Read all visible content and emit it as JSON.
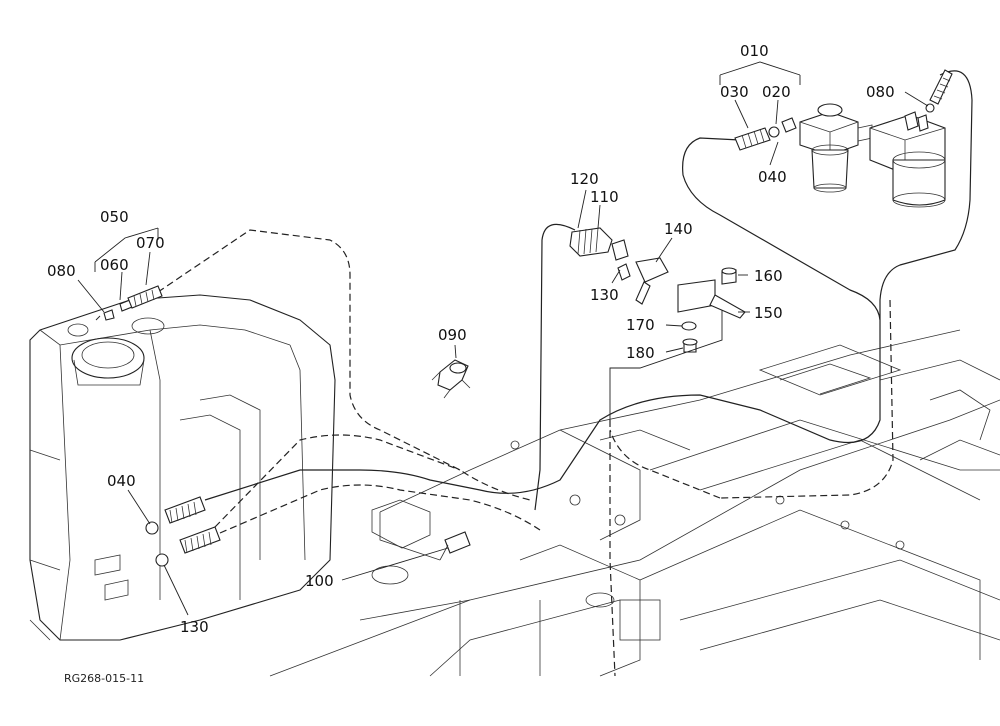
{
  "labels": {
    "l010": "010",
    "l020": "020",
    "l030": "030",
    "l040a": "040",
    "l040b": "040",
    "l050": "050",
    "l060": "060",
    "l070": "070",
    "l080a": "080",
    "l080b": "080",
    "l090": "090",
    "l100": "100",
    "l110": "110",
    "l120": "120",
    "l130a": "130",
    "l130b": "130",
    "l140": "140",
    "l150": "150",
    "l160": "160",
    "l170": "170",
    "l180": "180"
  },
  "figure_code": "RG268-015-11"
}
